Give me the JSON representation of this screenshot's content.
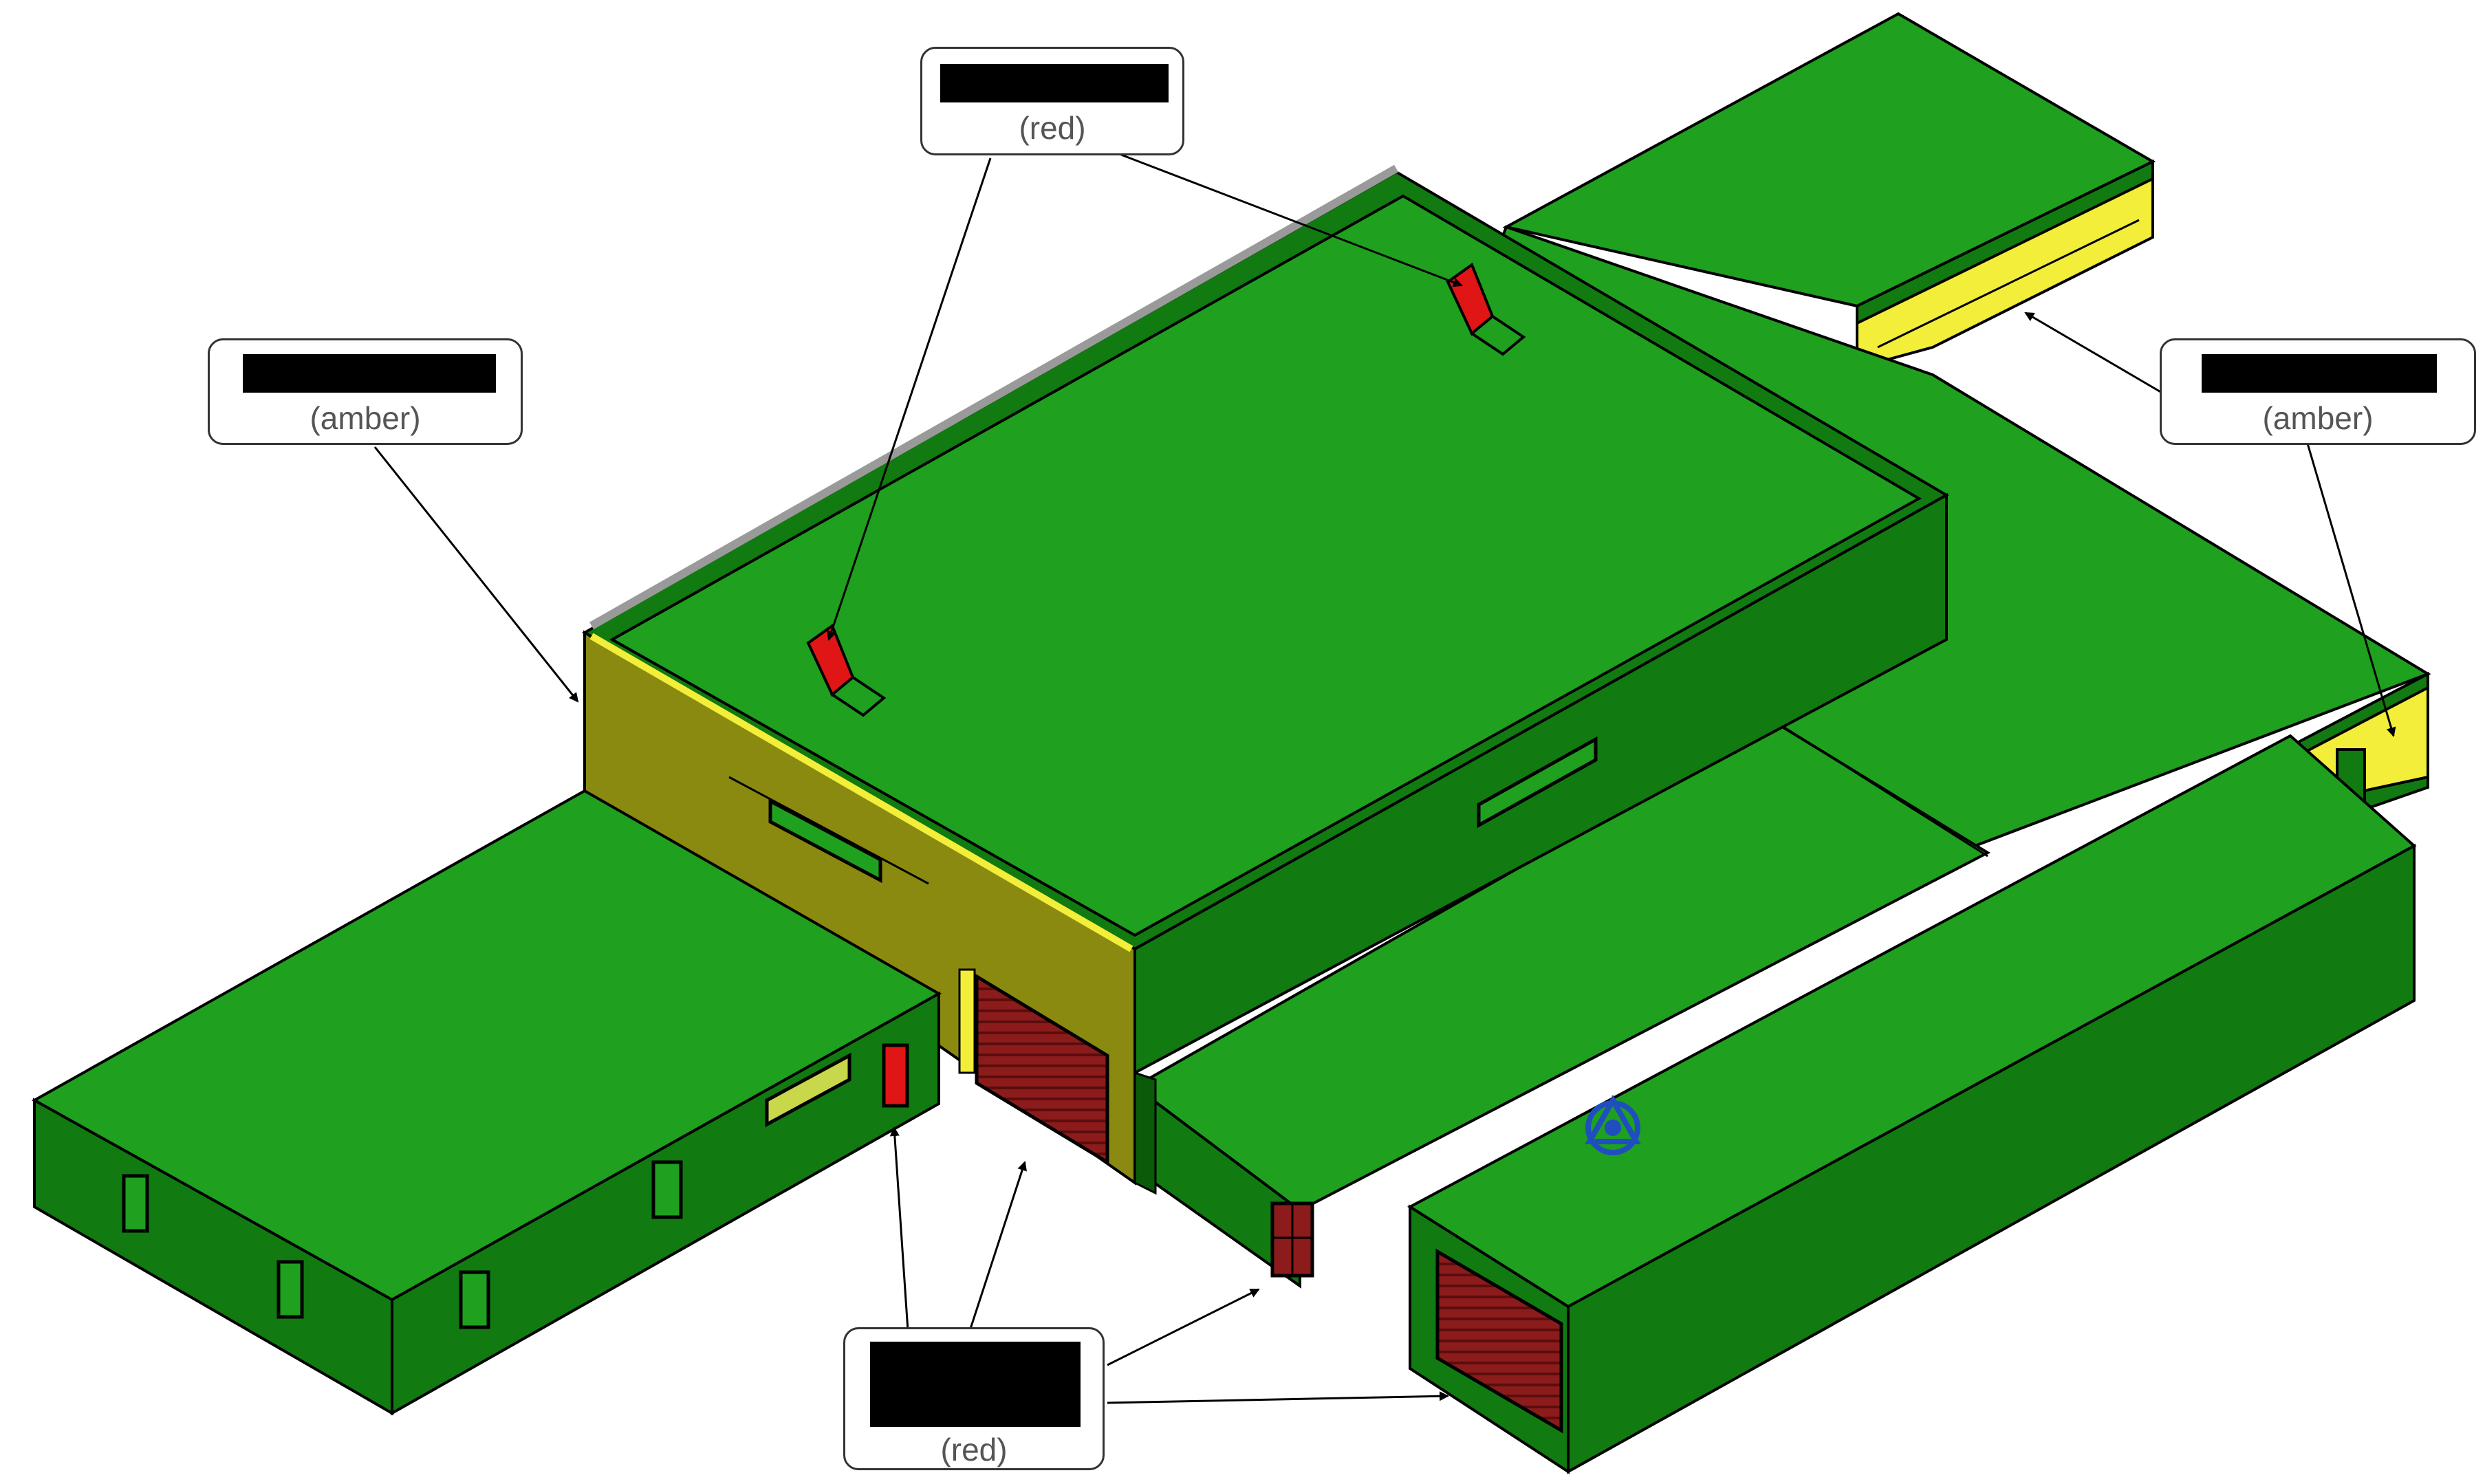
{
  "colors": {
    "pass": "#1fa01f",
    "pass_dark": "#117a11",
    "pass_darker": "#0a5a0a",
    "amber": "#f2ee3a",
    "amber_dark": "#8a8a10",
    "red": "#e01515",
    "door_red": "#8c1b1b",
    "outline": "#000000",
    "callout_border": "#333333",
    "callout_text": "#555555"
  },
  "icons": {
    "view-cube": "view-cube-icon"
  },
  "callouts": [
    {
      "id": "top",
      "status": "(red)"
    },
    {
      "id": "left",
      "status": "(amber)"
    },
    {
      "id": "right",
      "status": "(amber)"
    },
    {
      "id": "bottom",
      "status": "(red)"
    }
  ]
}
